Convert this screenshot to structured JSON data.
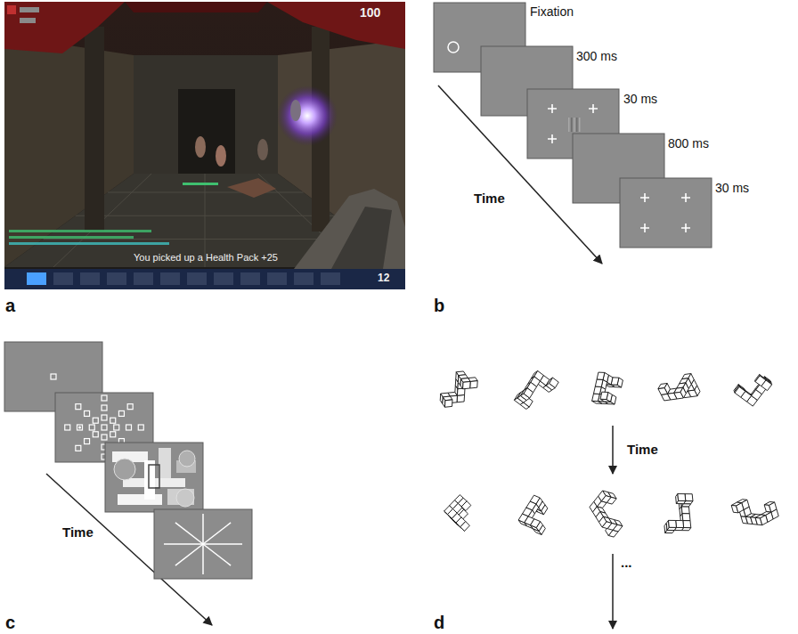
{
  "diagram": {
    "labels": [
      "a",
      "100",
      "12",
      "You picked up a Health Pack +25",
      "b",
      "Fixation",
      "300 ms",
      "30 ms",
      "800 ms",
      "30 ms",
      "Time",
      "c",
      "Time",
      "d",
      "Time",
      "..."
    ]
  }
}
